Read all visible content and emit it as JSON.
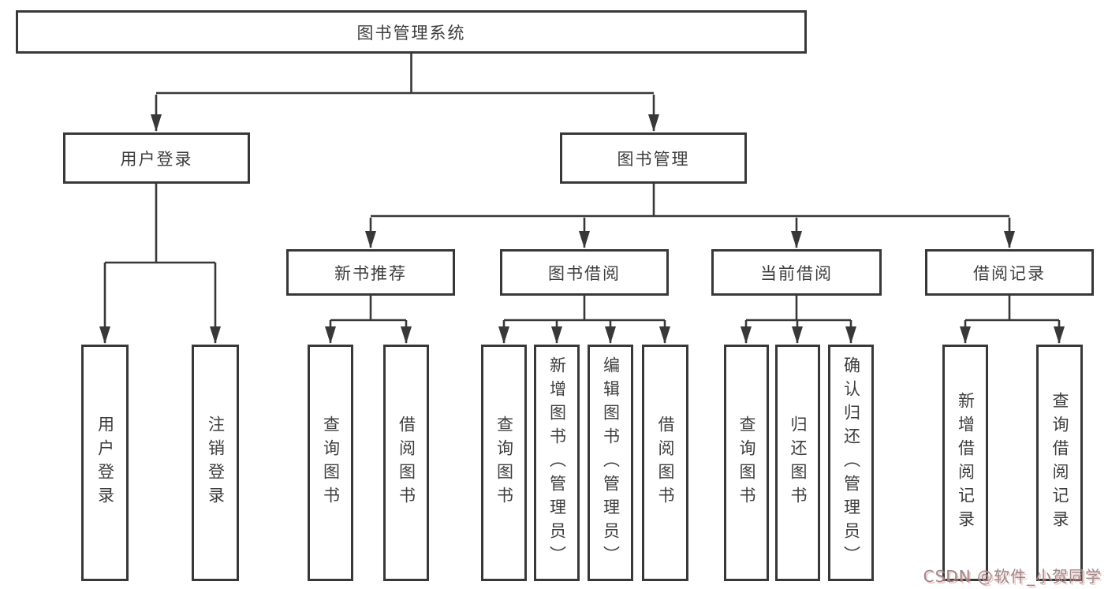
{
  "diagram": {
    "title": "图书管理系统",
    "level2": [
      {
        "label": "用户登录"
      },
      {
        "label": "图书管理"
      }
    ],
    "level3": [
      {
        "label": "新书推荐"
      },
      {
        "label": "图书借阅"
      },
      {
        "label": "当前借阅"
      },
      {
        "label": "借阅记录"
      }
    ],
    "leaves": {
      "user_login": [
        "用户登录",
        "注销登录"
      ],
      "new_book_recommend": [
        "查询图书",
        "借阅图书"
      ],
      "book_borrowing": [
        "查询图书",
        "新增图书（管理员）",
        "编辑图书（管理员）",
        "借阅图书"
      ],
      "current_borrowing": [
        "查询图书",
        "归还图书",
        "确认归还（管理员）"
      ],
      "borrowing_records": [
        "新增借阅记录",
        "查询借阅记录"
      ]
    }
  },
  "watermark": {
    "text": "CSDN @软件_小贺同学"
  },
  "colors": {
    "line": "#383838",
    "text": "#3d3d3d",
    "background": "#ffffff",
    "watermark_text": "#8f8f8f",
    "watermark_shadow": "#ff8c8c"
  }
}
